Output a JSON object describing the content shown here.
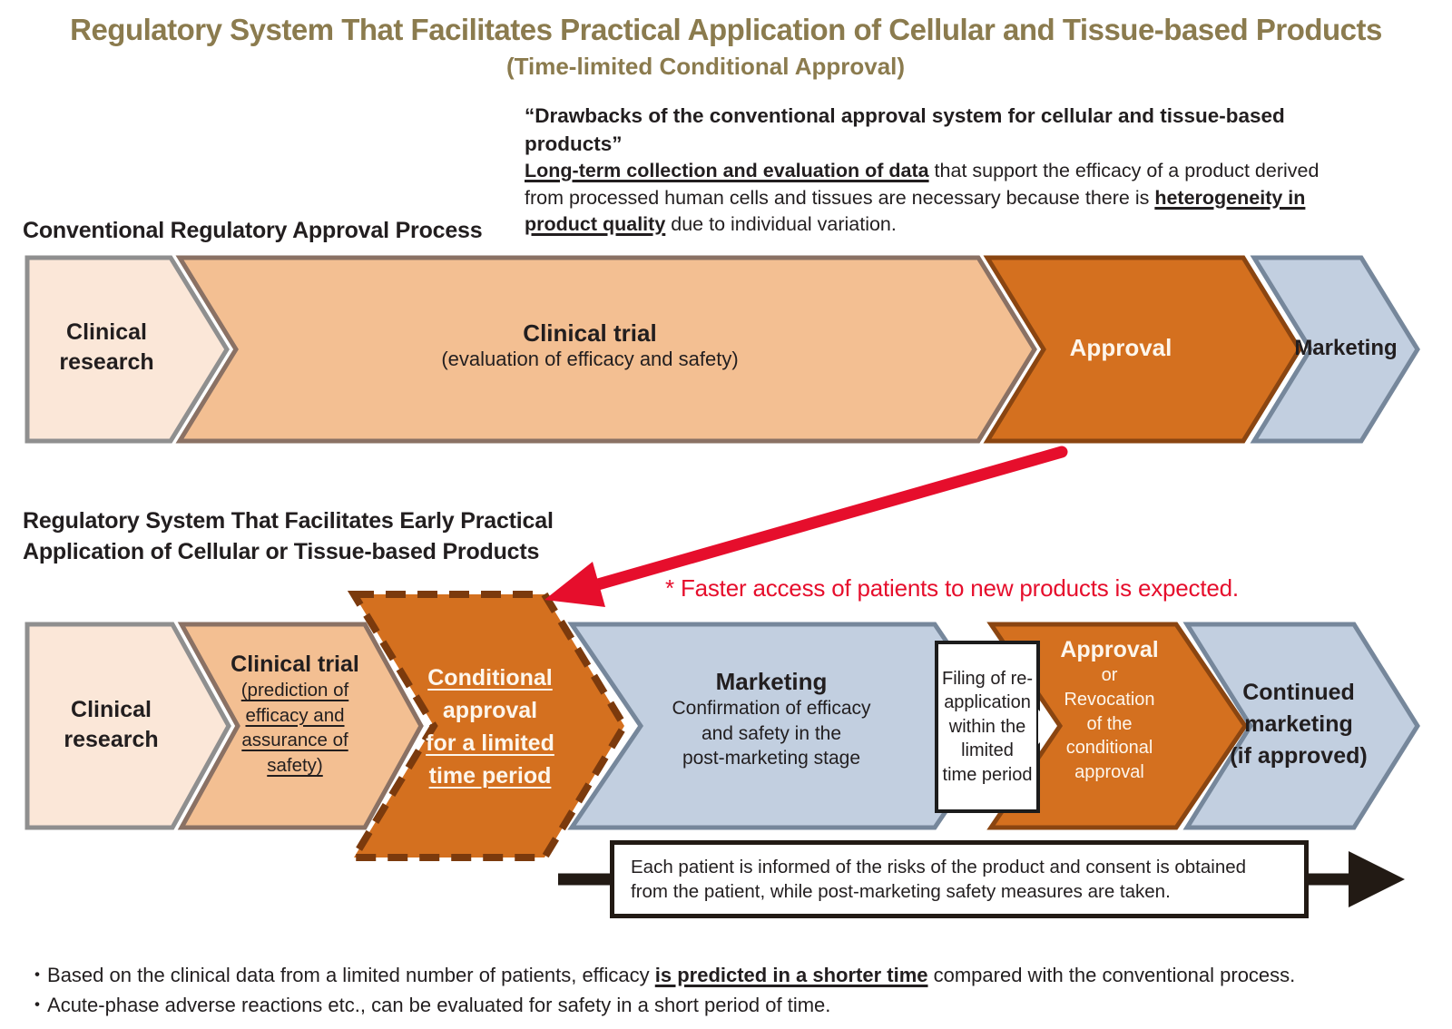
{
  "header": {
    "title": "Regulatory System That Facilitates Practical Application of Cellular and Tissue-based Products",
    "subtitle": "(Time-limited Conditional Approval)"
  },
  "drawbacks": {
    "heading": "“Drawbacks of the conventional approval system for cellular and tissue-based products”",
    "underline1": "Long-term collection and evaluation of data",
    "text1": " that support the efficacy of a product derived from processed human cells and tissues are necessary because there is ",
    "underline2": "heterogeneity in product quality",
    "text2": " due to individual variation."
  },
  "conventional": {
    "heading": "Conventional Regulatory Approval Process",
    "clinical_research": "Clinical research",
    "clinical_trial": "Clinical trial",
    "clinical_trial_sub": "(evaluation of efficacy and safety)",
    "approval": "Approval",
    "marketing": "Marketing"
  },
  "early": {
    "heading": "Regulatory System That Facilitates Early Practical\nApplication of Cellular or Tissue-based Products",
    "note": "* Faster access of patients to new products is expected.",
    "clinical_research": "Clinical research",
    "clinical_trial": "Clinical trial",
    "clinical_trial_sub": "(prediction of\nefficacy and\nassurance of\nsafety)",
    "conditional_line1": "Conditional",
    "conditional_line2": "approval",
    "conditional_line3": "for a limited",
    "conditional_line4": "time period",
    "marketing": "Marketing",
    "marketing_sub": "Confirmation of efficacy\nand safety in the\npost-marketing stage",
    "filing": "Filing of re-\napplication\nwithin the\nlimited\ntime period",
    "approval": "Approval",
    "approval_sub": "or\nRevocation\nof the\nconditional\napproval",
    "continued": "Continued\nmarketing\n(if approved)"
  },
  "consent_box": {
    "text": "Each patient is informed of the risks of the product and consent is obtained\nfrom the patient, while post-marketing safety measures are taken."
  },
  "footnotes": {
    "bullet": "・",
    "f1_pre": "Based on the clinical data from a limited number of patients, efficacy ",
    "f1_strong": "is predicted in a shorter time",
    "f1_post": " compared with the conventional process.",
    "f2": "Acute-phase adverse reactions etc., can be evaluated for safety in a short period of time."
  },
  "palette": {
    "title_olive": "#8b7b4e",
    "accent_red": "#e60e2c",
    "orange_dark": "#d4701f",
    "orange_light": "#f3bf92",
    "peach_light": "#fbe7d8",
    "blue_gray": "#c2cfe0",
    "text_black": "#221e1f"
  }
}
